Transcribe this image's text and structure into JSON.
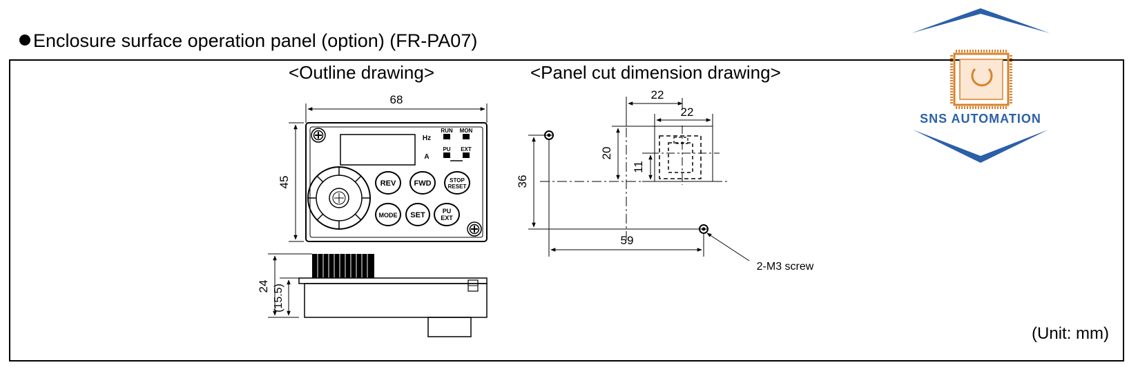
{
  "header": {
    "bullet_title": "Enclosure surface operation panel (option) (FR-PA07)",
    "outline_title": "<Outline drawing>",
    "panel_cut_title": "<Panel cut dimension drawing>",
    "unit_note": "(Unit: mm)"
  },
  "outline": {
    "width_dim": "68",
    "height_dim": "45",
    "depth_dim": "24",
    "body_depth_dim": "(15.5)",
    "indicators": {
      "hz": "Hz",
      "a": "A",
      "run": "RUN",
      "mon": "MON",
      "pu": "PU",
      "ext": "EXT"
    },
    "keys": {
      "rev": "REV",
      "fwd": "FWD",
      "stop_top": "STOP",
      "stop_bottom": "RESET",
      "mode": "MODE",
      "set": "SET",
      "puext_top": "PU",
      "puext_bottom": "EXT"
    }
  },
  "panel_cut": {
    "dim_22_top": "22",
    "dim_22_inner": "22",
    "dim_20": "20",
    "dim_11": "11",
    "dim_36": "36",
    "dim_59": "59",
    "screw_note": "2-M3 screw"
  },
  "logo": {
    "brand_text": "SNS AUTOMATION",
    "accent_color": "#2b5fa8",
    "chip_color": "#d9822b"
  }
}
